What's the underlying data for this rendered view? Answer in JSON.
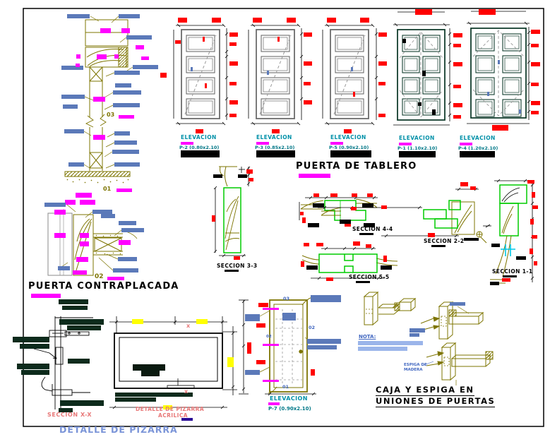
{
  "drawing": {
    "titles": {
      "puerta_tablero": "PUERTA DE TABLERO",
      "puerta_contraplacada": "PUERTA CONTRAPLACADA",
      "caja_espiga_1": "CAJA Y ESPIGA EN",
      "caja_espiga_2": "UNIONES DE PUERTAS",
      "detalle_pizarra": "DETALLE DE PIZARRA"
    },
    "elevations": [
      {
        "label": "ELEVACION",
        "code": "P-2 (0.80x2.10)"
      },
      {
        "label": "ELEVACION",
        "code": "P-3 (0.85x2.10)"
      },
      {
        "label": "ELEVACION",
        "code": "P-5 (0.90x2.10)"
      },
      {
        "label": "ELEVACION",
        "code": "P-1 (1.10x2.10)"
      },
      {
        "label": "ELEVACION",
        "code": "P-4 (1.20x2.10)"
      }
    ],
    "door_elevation": {
      "label": "ELEVACION",
      "code": "P-7 (0.90x2.10)"
    },
    "sections": {
      "s1": "SECCION 1-1",
      "s2": "SECCION 2-2",
      "s3": "SECCION 3-3",
      "s4": "SECCION 4-4",
      "s5": "SECCION 5-5",
      "sx": "SECCION X-X"
    },
    "pizarra": {
      "line1": "DETALLE DE PIZARRA",
      "line2": "ACRILICA",
      "x_mark": "x"
    },
    "detail_markers": {
      "m03": "03",
      "m01": "01",
      "m02": "02"
    },
    "door_markers": {
      "d03": "03",
      "d02": "02",
      "d02b": "02",
      "d01": "01"
    },
    "nota": {
      "label": "NOTA:"
    },
    "espiga_note": {
      "line1": "ESPIGA DE",
      "line2": "MADERA"
    },
    "colors": {
      "blue_label": "#5b79b9",
      "magenta": "#ff00ff",
      "red": "#ff0000",
      "cyan_label": "#0090a8",
      "teal_code": "#007888",
      "green_section": "#00cc00",
      "olive": "#7d7400",
      "dark_green_block": "#0d2b1c",
      "pink_label": "#e87878",
      "yellow": "#ffff00",
      "light_blue": "#9bb5ea",
      "navy": "#2a0c96",
      "title_blue": "#7a94d8"
    }
  }
}
